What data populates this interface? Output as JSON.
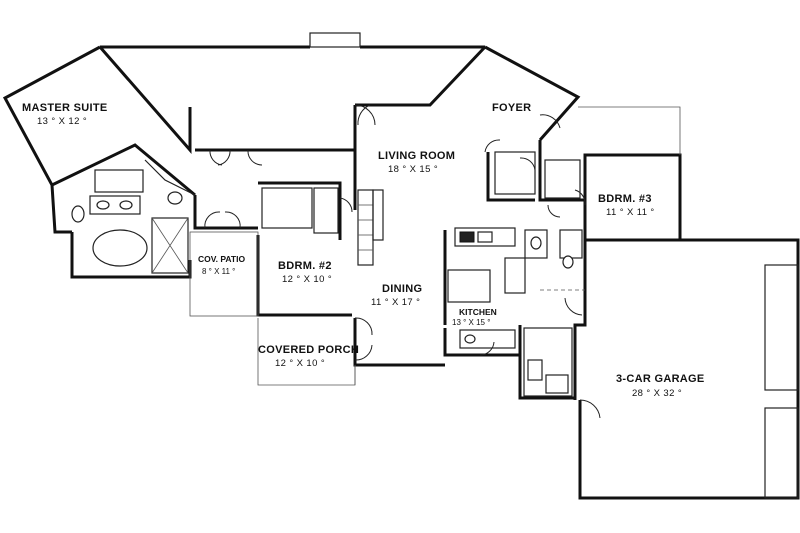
{
  "rooms": {
    "master_suite": {
      "name": "MASTER SUITE",
      "dims": "13 ° X 12 °"
    },
    "living_room": {
      "name": "LIVING ROOM",
      "dims": "18 ° X 15 °"
    },
    "foyer": {
      "name": "FOYER"
    },
    "bedroom_3": {
      "name": "BDRM. #3",
      "dims": "11 ° X 11 °"
    },
    "covered_patio": {
      "name": "COV. PATIO",
      "dims": "8 ° X 11 °"
    },
    "bedroom_2": {
      "name": "BDRM. #2",
      "dims": "12 ° X 10 °"
    },
    "dining": {
      "name": "DINING",
      "dims": "11 ° X 17 °"
    },
    "kitchen": {
      "name": "KITCHEN",
      "dims": "13 ° X 15 °"
    },
    "covered_porch": {
      "name": "COVERED PORCH",
      "dims": "12 ° X 10 °"
    },
    "garage": {
      "name": "3-CAR GARAGE",
      "dims": "28 ° X 32 °"
    }
  }
}
